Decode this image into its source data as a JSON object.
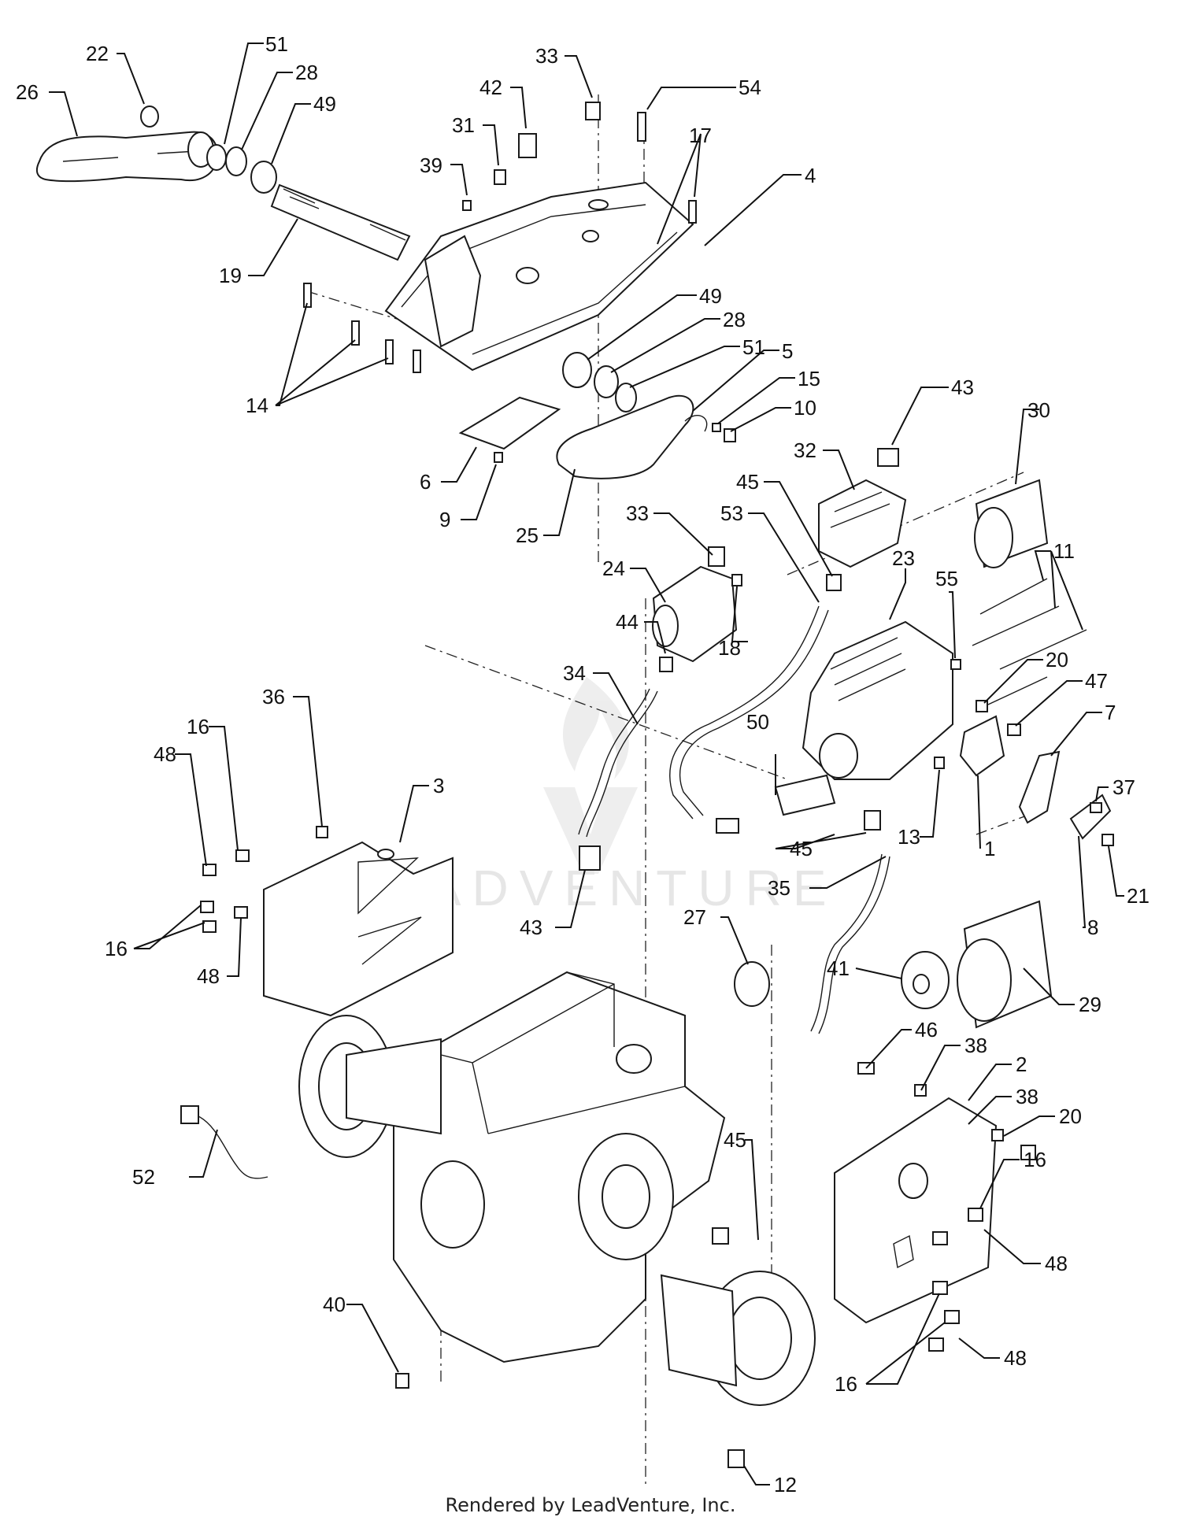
{
  "diagram": {
    "watermark": "LEADVENTURE",
    "footer": "Rendered by LeadVenture, Inc.",
    "callouts": [
      {
        "id": "c26a",
        "label": "26"
      },
      {
        "id": "c22a",
        "label": "22"
      },
      {
        "id": "c51a",
        "label": "51"
      },
      {
        "id": "c28a",
        "label": "28"
      },
      {
        "id": "c49a",
        "label": "49"
      },
      {
        "id": "c19a",
        "label": "19"
      },
      {
        "id": "c39a",
        "label": "39"
      },
      {
        "id": "c31a",
        "label": "31"
      },
      {
        "id": "c42a",
        "label": "42"
      },
      {
        "id": "c33a",
        "label": "33"
      },
      {
        "id": "c54a",
        "label": "54"
      },
      {
        "id": "c17a",
        "label": "17"
      },
      {
        "id": "c4a",
        "label": "4"
      },
      {
        "id": "c14a",
        "label": "14"
      },
      {
        "id": "c49b",
        "label": "49"
      },
      {
        "id": "c28b",
        "label": "28"
      },
      {
        "id": "c51b",
        "label": "51"
      },
      {
        "id": "c5a",
        "label": "5"
      },
      {
        "id": "c15a",
        "label": "15"
      },
      {
        "id": "c10a",
        "label": "10"
      },
      {
        "id": "c43a",
        "label": "43"
      },
      {
        "id": "c30a",
        "label": "30"
      },
      {
        "id": "c6a",
        "label": "6"
      },
      {
        "id": "c9a",
        "label": "9"
      },
      {
        "id": "c25a",
        "label": "25"
      },
      {
        "id": "c32a",
        "label": "32"
      },
      {
        "id": "c45a",
        "label": "45"
      },
      {
        "id": "c33b",
        "label": "33"
      },
      {
        "id": "c53a",
        "label": "53"
      },
      {
        "id": "c24a",
        "label": "24"
      },
      {
        "id": "c23a",
        "label": "23"
      },
      {
        "id": "c11a",
        "label": "11"
      },
      {
        "id": "c55a",
        "label": "55"
      },
      {
        "id": "c44a",
        "label": "44"
      },
      {
        "id": "c18a",
        "label": "18"
      },
      {
        "id": "c34a",
        "label": "34"
      },
      {
        "id": "c20a",
        "label": "20"
      },
      {
        "id": "c47a",
        "label": "47"
      },
      {
        "id": "c7a",
        "label": "7"
      },
      {
        "id": "c36a",
        "label": "36"
      },
      {
        "id": "c3a",
        "label": "3"
      },
      {
        "id": "c16a",
        "label": "16"
      },
      {
        "id": "c48a",
        "label": "48"
      },
      {
        "id": "c50a",
        "label": "50"
      },
      {
        "id": "c37a",
        "label": "37"
      },
      {
        "id": "c13a",
        "label": "13"
      },
      {
        "id": "c1a",
        "label": "1"
      },
      {
        "id": "c45b",
        "label": "45"
      },
      {
        "id": "c21a",
        "label": "21"
      },
      {
        "id": "c8a",
        "label": "8"
      },
      {
        "id": "c16b",
        "label": "16"
      },
      {
        "id": "c48b",
        "label": "48"
      },
      {
        "id": "c43b",
        "label": "43"
      },
      {
        "id": "c35a",
        "label": "35"
      },
      {
        "id": "c27a",
        "label": "27"
      },
      {
        "id": "c41a",
        "label": "41"
      },
      {
        "id": "c29a",
        "label": "29"
      },
      {
        "id": "c46a",
        "label": "46"
      },
      {
        "id": "c38a",
        "label": "38"
      },
      {
        "id": "c2a",
        "label": "2"
      },
      {
        "id": "c38b",
        "label": "38"
      },
      {
        "id": "c20b",
        "label": "20"
      },
      {
        "id": "c16c",
        "label": "16"
      },
      {
        "id": "c52a",
        "label": "52"
      },
      {
        "id": "c45c",
        "label": "45"
      },
      {
        "id": "c48c",
        "label": "48"
      },
      {
        "id": "c40a",
        "label": "40"
      },
      {
        "id": "c16d",
        "label": "16"
      },
      {
        "id": "c48d",
        "label": "48"
      },
      {
        "id": "c12a",
        "label": "12"
      }
    ]
  }
}
